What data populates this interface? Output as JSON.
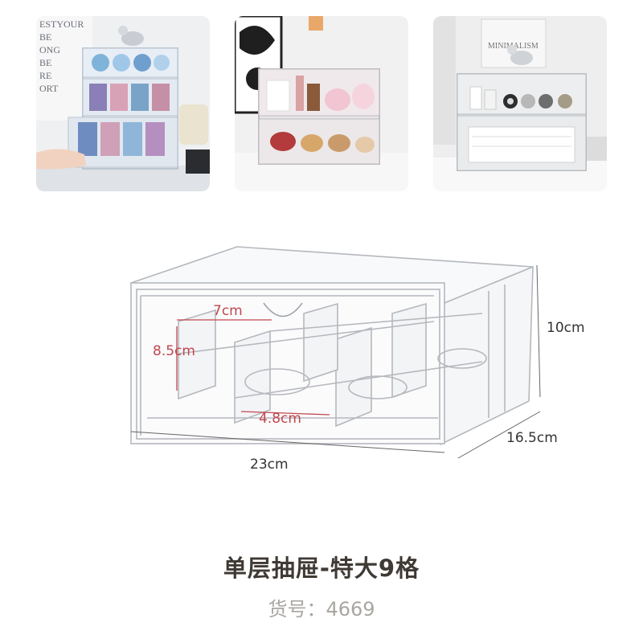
{
  "photos": {
    "photo1_text_lines": [
      "ESTYOUR",
      "BE",
      "ONG",
      "BE",
      "RE",
      "ORT"
    ],
    "photo3_sign_text": "MINIMALISM"
  },
  "dimensions": {
    "height": "10cm",
    "depth": "16.5cm",
    "width": "23cm",
    "compartment_width": "7cm",
    "compartment_height": "8.5cm",
    "small_compartment_width": "4.8cm"
  },
  "product": {
    "title": "单层抽屉-特大9格",
    "sku": "货号：4669"
  },
  "colors": {
    "dimension_red": "#c0484f",
    "dimension_gray": "#333333",
    "title": "#3f3a35",
    "sku": "#a9a6a2"
  }
}
